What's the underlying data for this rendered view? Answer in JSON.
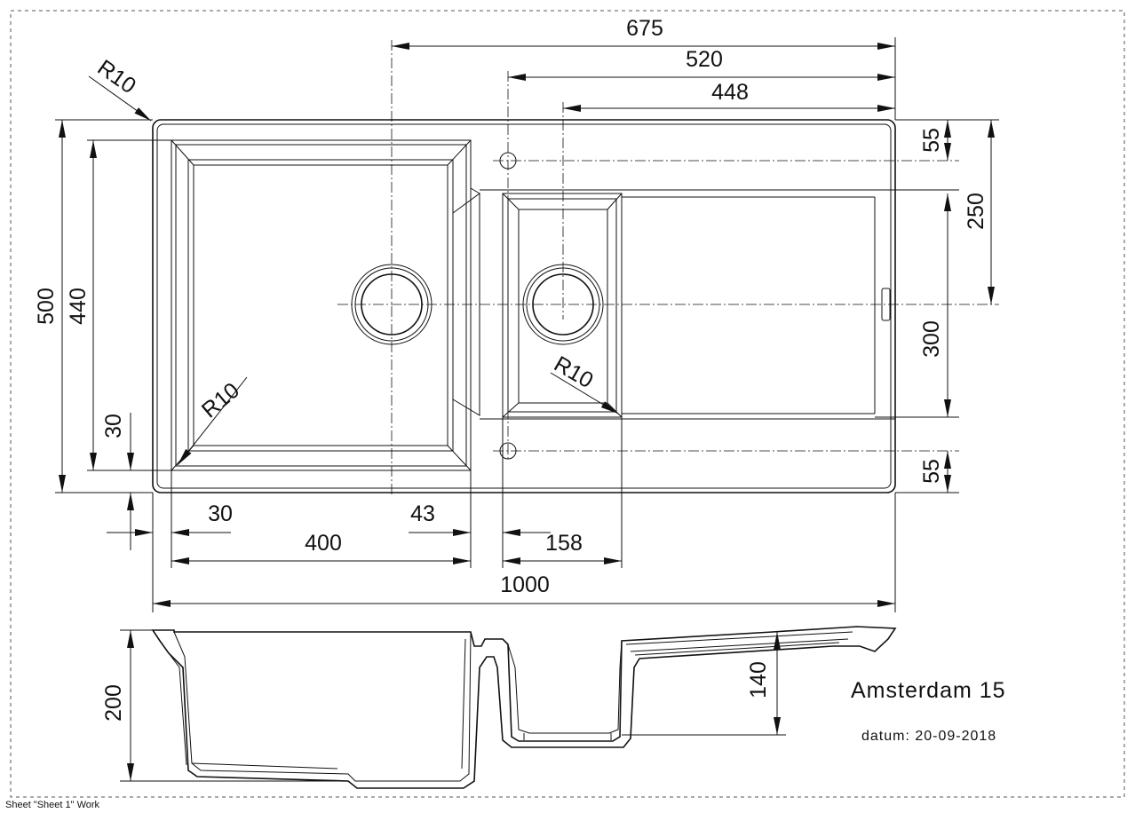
{
  "title": "Amsterdam 15",
  "date_label": "datum: 20-09-2018",
  "footer": "Sheet \"Sheet 1\" Work",
  "dimensions": {
    "top_675": "675",
    "top_520": "520",
    "top_448": "448",
    "radius_outer": "R10",
    "radius_bowl": "R10",
    "radius_small": "R10",
    "left_500": "500",
    "left_440": "440",
    "left_30": "30",
    "right_55_top": "55",
    "right_250": "250",
    "right_300": "300",
    "right_55_bottom": "55",
    "bottom_30": "30",
    "bottom_43": "43",
    "bottom_400": "400",
    "bottom_158": "158",
    "bottom_1000": "1000",
    "depth_200": "200",
    "depth_140": "140"
  }
}
